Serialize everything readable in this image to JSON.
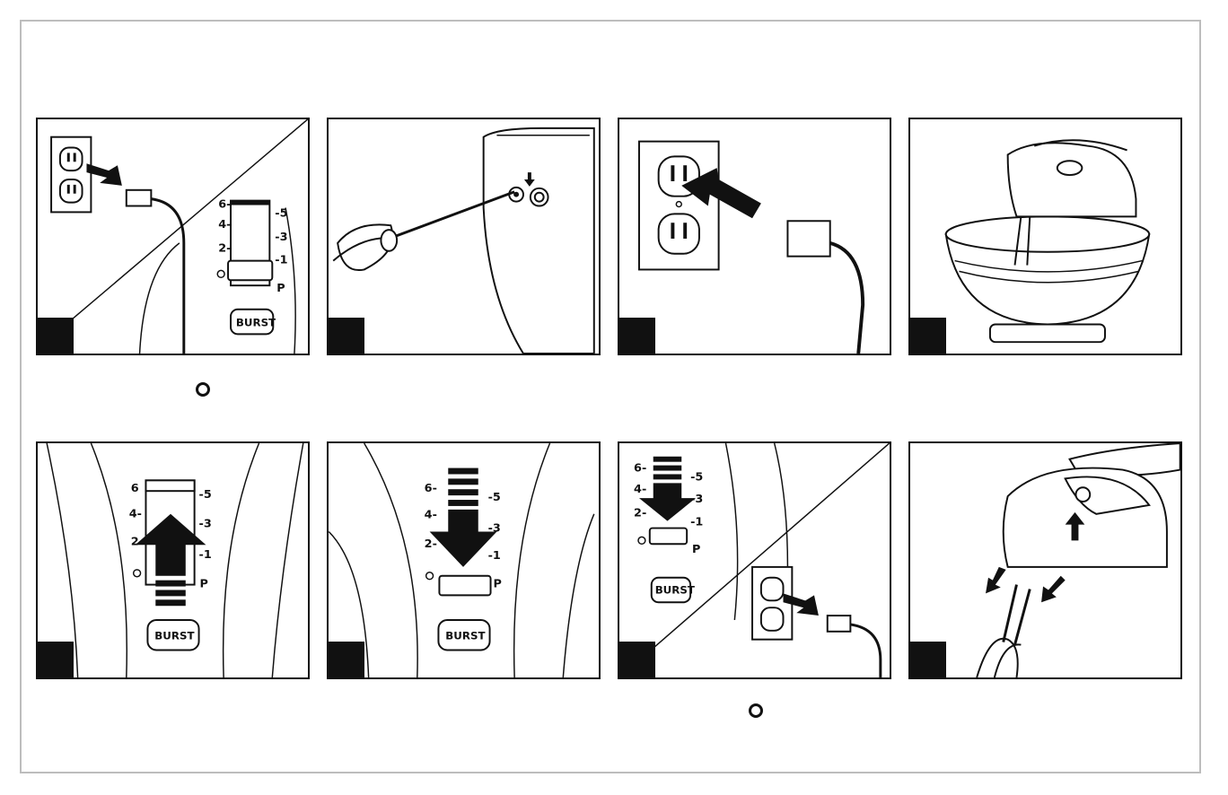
{
  "panels": [
    {
      "id": "step-1",
      "speed_labels": [
        "6",
        "4",
        "2",
        "5",
        "3",
        "1",
        "P"
      ],
      "button_label": "BURST"
    },
    {
      "id": "step-2"
    },
    {
      "id": "step-3"
    },
    {
      "id": "step-4"
    },
    {
      "id": "step-5",
      "speed_labels": [
        "6",
        "4",
        "2",
        "5",
        "3",
        "1",
        "P"
      ],
      "button_label": "BURST"
    },
    {
      "id": "step-6",
      "speed_labels": [
        "6",
        "4",
        "2",
        "5",
        "3",
        "1",
        "P"
      ],
      "button_label": "BURST"
    },
    {
      "id": "step-7",
      "speed_labels": [
        "6",
        "4",
        "2",
        "5",
        "3",
        "1",
        "P"
      ],
      "button_label": "BURST"
    },
    {
      "id": "step-8"
    }
  ],
  "icons": {
    "off_symbol": "circle-outline"
  }
}
